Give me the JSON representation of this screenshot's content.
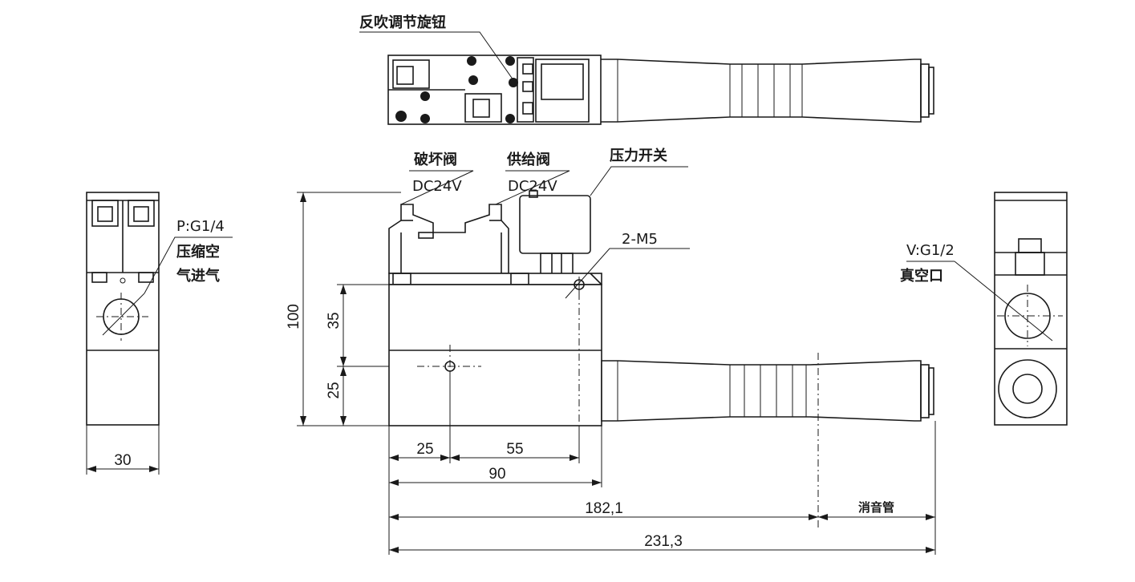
{
  "labels": {
    "blowback_knob": "反吹调节旋钮",
    "break_valve": "破坏阀",
    "supply_valve": "供给阀",
    "pressure_switch": "压力开关",
    "dc_voltage_1": "DC24V",
    "dc_voltage_2": "DC24V",
    "port_p": "P:G1/4",
    "air_inlet_1": "压缩空",
    "air_inlet_2": "气进气",
    "mount_holes": "2-M5",
    "port_v": "V:G1/2",
    "vacuum_1": "真空口",
    "muffler": "消音管"
  },
  "dimensions": {
    "height_total": "100",
    "height_35": "35",
    "height_25": "25",
    "width_30": "30",
    "len_25": "25",
    "len_55": "55",
    "len_90": "90",
    "len_182": "182,1",
    "len_231": "231,3"
  }
}
